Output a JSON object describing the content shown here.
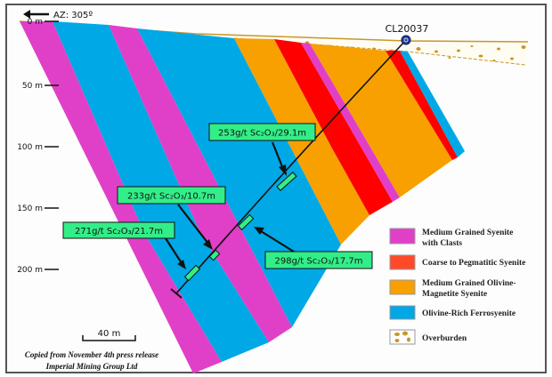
{
  "header": {
    "azimuth_label": "AZ: 305º"
  },
  "depth_axis": {
    "ticks": [
      "0 m",
      "50 m",
      "100 m",
      "150 m",
      "200 m"
    ]
  },
  "drillhole": {
    "id": "CL20037"
  },
  "intercepts": [
    {
      "label": "253g/t Sc₂O₃/29.1m"
    },
    {
      "label": "233g/t Sc₂O₃/10.7m"
    },
    {
      "label": "271g/t Sc₂O₃/21.7m"
    },
    {
      "label": "298g/t Sc₂O₃/17.7m"
    }
  ],
  "legend": {
    "items": [
      {
        "line1": "Medium Grained Syenite",
        "line2": "with Clasts",
        "color": "#e040c8"
      },
      {
        "line1": "Coarse to Pegmatitic Syenite",
        "line2": "",
        "color": "#ff4a2a"
      },
      {
        "line1": "Medium Grained Olivine-",
        "line2": "Magnetite Syenite",
        "color": "#f7a000"
      },
      {
        "line1": "Olivine-Rich  Ferrosyenite",
        "line2": "",
        "color": "#00a8e6"
      },
      {
        "line1": "Overburden",
        "line2": "",
        "color": "#c8962a"
      }
    ]
  },
  "scale_bar": {
    "label": "40 m"
  },
  "caption": {
    "line1": "Copied from November 4th press release",
    "line2": "Imperial Mining Group Ltd"
  },
  "colors": {
    "magenta": "#e040c8",
    "blue": "#00a8e6",
    "orange": "#f7a000",
    "red": "#ff0000",
    "intercept": "#33ee88",
    "overburden": "#c8962a"
  }
}
